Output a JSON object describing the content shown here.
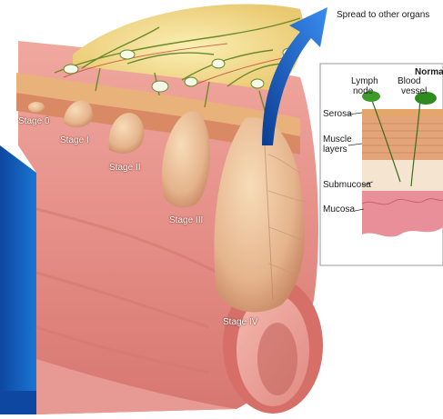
{
  "labels": {
    "spread": "Spread to other organs",
    "stage0": "Stage 0",
    "stage1": "Stage I",
    "stage2": "Stage II",
    "stage3": "Stage III",
    "stage4": "Stage IV",
    "normal": "Normal",
    "lymph_node": [
      "Lymph",
      "node"
    ],
    "blood_vessel": [
      "Blood",
      "vessel"
    ],
    "serosa": "Serosa",
    "muscle_layers": [
      "Muscle",
      "layers"
    ],
    "submucosa": "Submucosa",
    "mucosa": "Mucosa"
  },
  "colors": {
    "blue_frame": "#1565c0",
    "arrow": "#1e63c6",
    "tissue_pink": "#e79a94",
    "tumor": "#e9c09a",
    "fat": "#f1dc8a"
  },
  "icons": [
    "arrow-icon"
  ]
}
